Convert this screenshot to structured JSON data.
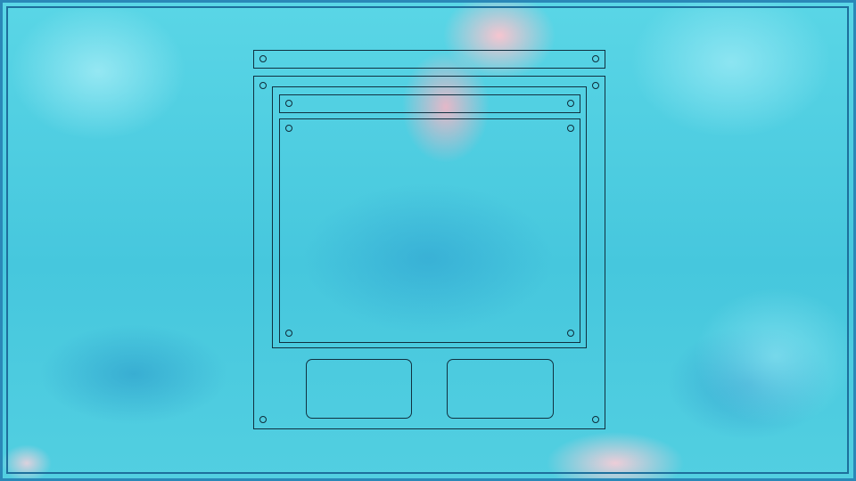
{
  "scene": {
    "background": "sky-clouds",
    "colors": {
      "sky": "#4ed0e0",
      "cloud_pink": "#ffc4ce",
      "frame": "#2a88b8",
      "outline": "#103040"
    }
  },
  "device": {
    "top_bar": {
      "screws": [
        "screw-icon",
        "screw-icon"
      ]
    },
    "body": {
      "screws": [
        "screw-icon",
        "screw-icon",
        "screw-icon",
        "screw-icon"
      ],
      "title_strip": {
        "screws": [
          "screw-icon",
          "screw-icon"
        ]
      },
      "display": {
        "screws": [
          "screw-icon",
          "screw-icon",
          "screw-icon",
          "screw-icon"
        ]
      },
      "buttons": [
        "left",
        "right"
      ]
    }
  }
}
